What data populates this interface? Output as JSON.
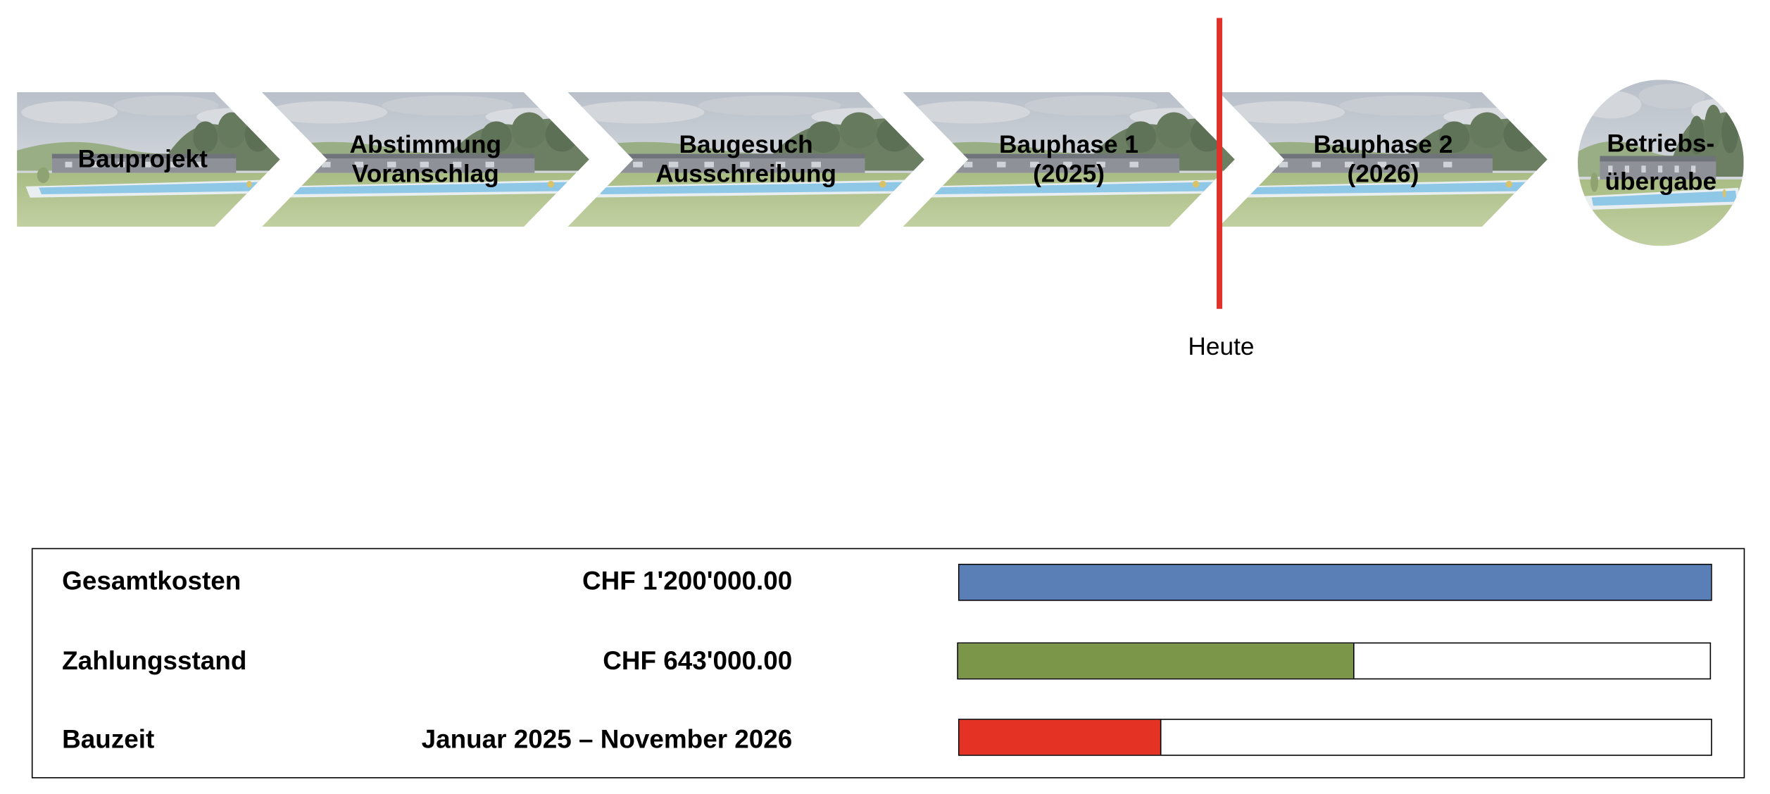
{
  "process": {
    "steps": [
      {
        "lines": [
          "Bauprojekt"
        ]
      },
      {
        "lines": [
          "Abstimmung",
          "Voranschlag"
        ]
      },
      {
        "lines": [
          "Baugesuch",
          "Ausschreibung"
        ]
      },
      {
        "lines": [
          "Bauphase 1",
          "(2025)"
        ]
      },
      {
        "lines": [
          "Bauphase 2",
          "(2026)"
        ]
      },
      {
        "lines": [
          "Betriebs-",
          "übergabe"
        ]
      }
    ]
  },
  "today_marker": {
    "label": "Heute",
    "color": "#e0312b"
  },
  "status": {
    "rows": [
      {
        "label": "Gesamtkosten",
        "value": "CHF 1'200'000.00",
        "fraction": 1.0,
        "color": "#5a7fb7"
      },
      {
        "label": "Zahlungsstand",
        "value": "CHF 643'000.00",
        "fraction": 0.525,
        "color": "#7b9648"
      },
      {
        "label": "Bauzeit",
        "value": "Januar 2025 – November 2026",
        "fraction": 0.268,
        "color": "#e43224"
      }
    ]
  }
}
